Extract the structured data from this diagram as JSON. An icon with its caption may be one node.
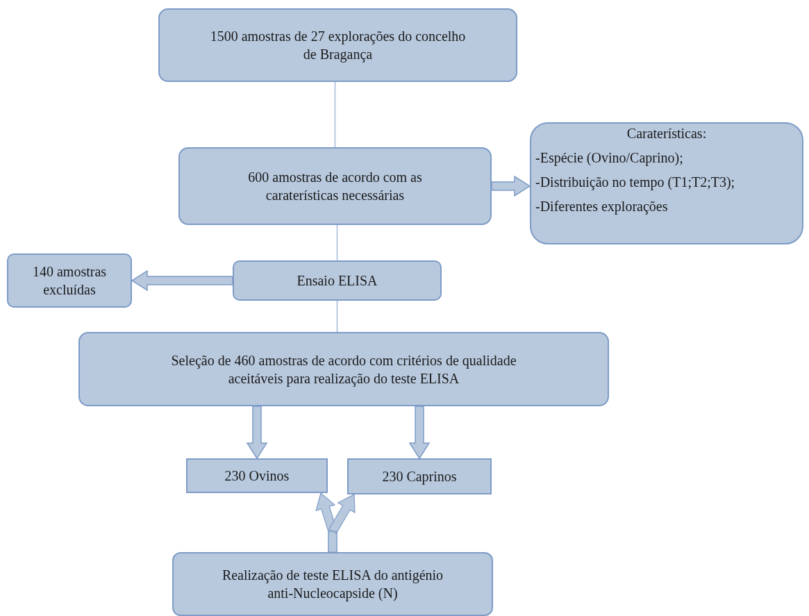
{
  "diagram": {
    "nodes": [
      {
        "text": [
          "1500 amostras de 27 explorações do concelho de Bragança"
        ]
      },
      {
        "text": [
          "600 amostras de acordo com as caraterísticas necessárias"
        ]
      },
      {
        "text": [
          "Caraterísticas:",
          "-Espécie (Ovino/Caprino);",
          "-Distribuição no tempo (T1;T2;T3);",
          "-Diferentes explorações"
        ]
      },
      {
        "text": [
          "140 amostras excluídas"
        ]
      },
      {
        "text": [
          "Ensaio ELISA"
        ]
      },
      {
        "text": [
          "Seleção de 460 amostras de acordo com critérios de qualidade aceitáveis para realização do teste ELISA"
        ]
      },
      {
        "text": [
          "230 Ovinos"
        ]
      },
      {
        "text": [
          "230 Caprinos"
        ]
      },
      {
        "text": [
          "Realização de teste ELISA do antigénio anti-Nucleocapside (N)"
        ]
      }
    ],
    "edges": [
      {
        "from": 0,
        "to": 1,
        "arrow": "none"
      },
      {
        "from": 1,
        "to": 2,
        "arrow": "to",
        "style": "thick"
      },
      {
        "from": 1,
        "to": 4,
        "arrow": "none"
      },
      {
        "from": 4,
        "to": 3,
        "arrow": "to",
        "style": "thick"
      },
      {
        "from": 4,
        "to": 5,
        "arrow": "none"
      },
      {
        "from": 5,
        "to": 6,
        "arrow": "to",
        "style": "thick"
      },
      {
        "from": 5,
        "to": 7,
        "arrow": "to",
        "style": "thick"
      },
      {
        "from": 8,
        "to": 6,
        "arrow": "to",
        "style": "thick"
      },
      {
        "from": 8,
        "to": 7,
        "arrow": "to",
        "style": "thick"
      }
    ]
  }
}
